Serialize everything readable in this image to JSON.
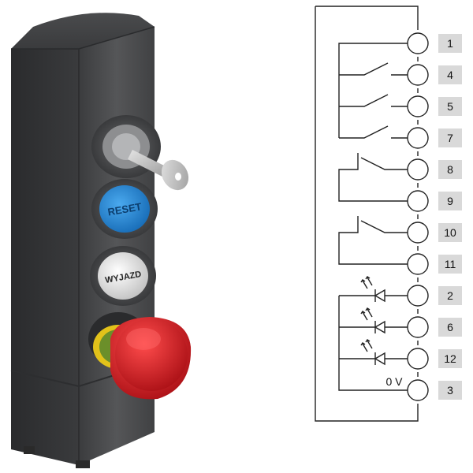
{
  "device": {
    "key_switch": "key-switch-icon",
    "buttons": [
      {
        "label": "RESET",
        "color": "#1e88d6"
      },
      {
        "label": "WYJAZD",
        "color": "#e8e8e8"
      }
    ],
    "emergency_stop": {
      "color": "#d8121c",
      "ring_color": "#e2c21a"
    }
  },
  "schematic": {
    "terminals": [
      "1",
      "4",
      "5",
      "7",
      "8",
      "9",
      "10",
      "11",
      "2",
      "6",
      "12",
      "3"
    ],
    "voltage_label": "0 V"
  }
}
